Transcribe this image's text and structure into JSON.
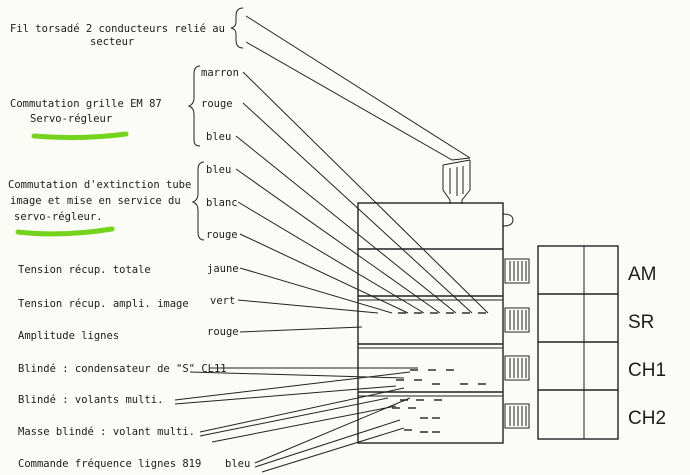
{
  "labels": {
    "cable_line1": "Fil torsadé 2 conducteurs relié au",
    "cable_line2": "secteur",
    "grille_line1": "Commutation grille EM 87",
    "grille_line2": "Servo-régleur",
    "extinction_line1": "Commutation d'extinction tube",
    "extinction_line2": "image et mise en service du",
    "extinction_line3": "servo-régleur.",
    "tension_totale": "Tension récup. totale",
    "tension_ampli": "Tension récup. ampli. image",
    "amplitude": "Amplitude lignes",
    "blinde_condensateur": "Blindé : condensateur de \"S\" CL11",
    "blinde_volants": "Blindé : volants multi.",
    "masse_blinde": "Masse blindé : volant multi.",
    "commande_frequence": "Commande fréquence lignes 819"
  },
  "colors": {
    "marron": "marron",
    "rouge1": "rouge",
    "bleu1": "bleu",
    "bleu2": "bleu",
    "blanc": "blanc",
    "rouge2": "rouge",
    "jaune": "jaune",
    "vert": "vert",
    "rouge3": "rouge",
    "bleu3": "bleu"
  },
  "sections": {
    "am": "AM",
    "sr": "SR",
    "ch1": "CH1",
    "ch2": "CH2"
  },
  "highlight_color": "#74d41c"
}
